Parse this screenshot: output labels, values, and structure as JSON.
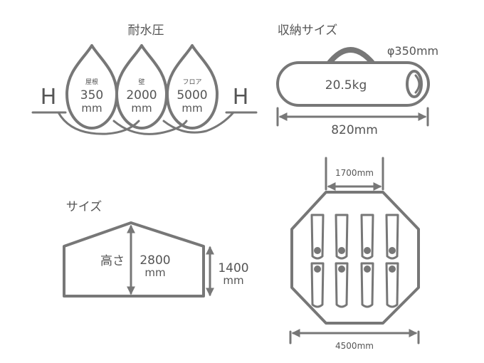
{
  "water_pressure": {
    "title": "耐水圧",
    "side_label": "H",
    "drops": [
      {
        "label": "屋根",
        "value": "350",
        "unit": "mm"
      },
      {
        "label": "壁",
        "value": "2000",
        "unit": "mm"
      },
      {
        "label": "フロア",
        "value": "5000",
        "unit": "mm"
      }
    ]
  },
  "storage": {
    "title": "収納サイズ",
    "diameter": "φ350mm",
    "weight": "20.5kg",
    "length": "820mm"
  },
  "size": {
    "title": "サイズ",
    "height_label": "高さ",
    "height_value": "2800",
    "height_unit": "mm",
    "wall_value": "1400",
    "wall_unit": "mm"
  },
  "floor": {
    "top_width": "1700mm",
    "width": "4500mm"
  }
}
